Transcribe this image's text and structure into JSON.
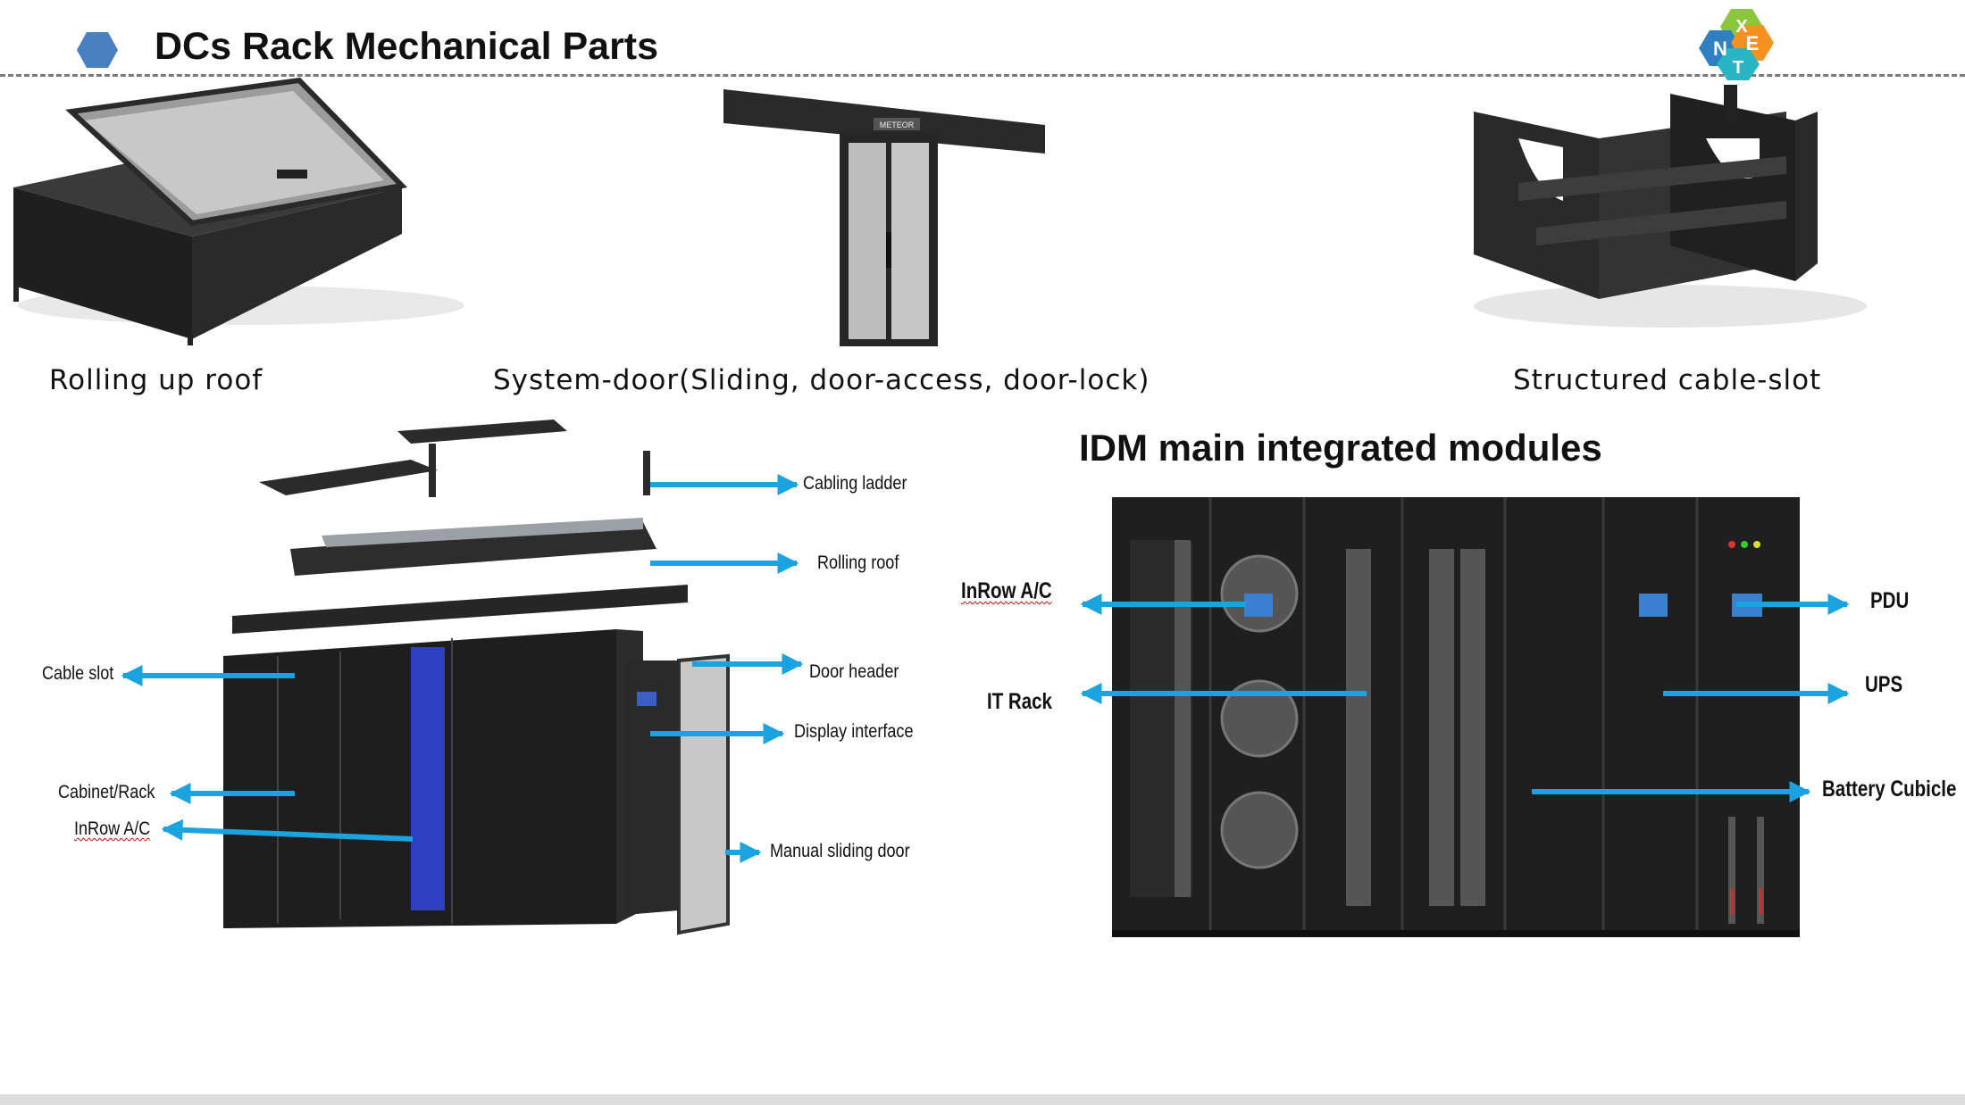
{
  "header": {
    "title": "DCs Rack Mechanical Parts",
    "bullet_icon": "hexagon-bullet-icon",
    "logo_letters": [
      "N",
      "X",
      "E",
      "T"
    ],
    "accent_color": "#4a7fc1"
  },
  "top_parts": [
    {
      "caption": "Rolling up roof",
      "icon": "rolling-roof-image"
    },
    {
      "caption": "System-door(Sliding, door-access, door-lock)",
      "icon": "system-door-image"
    },
    {
      "caption": "Structured cable-slot",
      "icon": "cable-slot-image"
    }
  ],
  "exploded_diagram": {
    "labels": {
      "cabling_ladder": "Cabling ladder",
      "rolling_roof": "Rolling roof",
      "door_header": "Door header",
      "display_interface": "Display interface",
      "manual_sliding_door": "Manual sliding door",
      "cable_slot": "Cable slot",
      "cabinet_rack": "Cabinet/Rack",
      "inrow_ac": "InRow A/C"
    },
    "door_brand": "METEOR"
  },
  "modules": {
    "title": "IDM main integrated modules",
    "labels": {
      "inrow_ac": "InRow A/C",
      "it_rack": "IT Rack",
      "pdu": "PDU",
      "ups": "UPS",
      "battery_cubicle": "Battery Cubicle"
    }
  },
  "colors": {
    "arrow": "#1aa3df",
    "rack": "#1e1e1e",
    "glass": "#bcbcbc",
    "inrow_blue": "#2f3fbf"
  }
}
